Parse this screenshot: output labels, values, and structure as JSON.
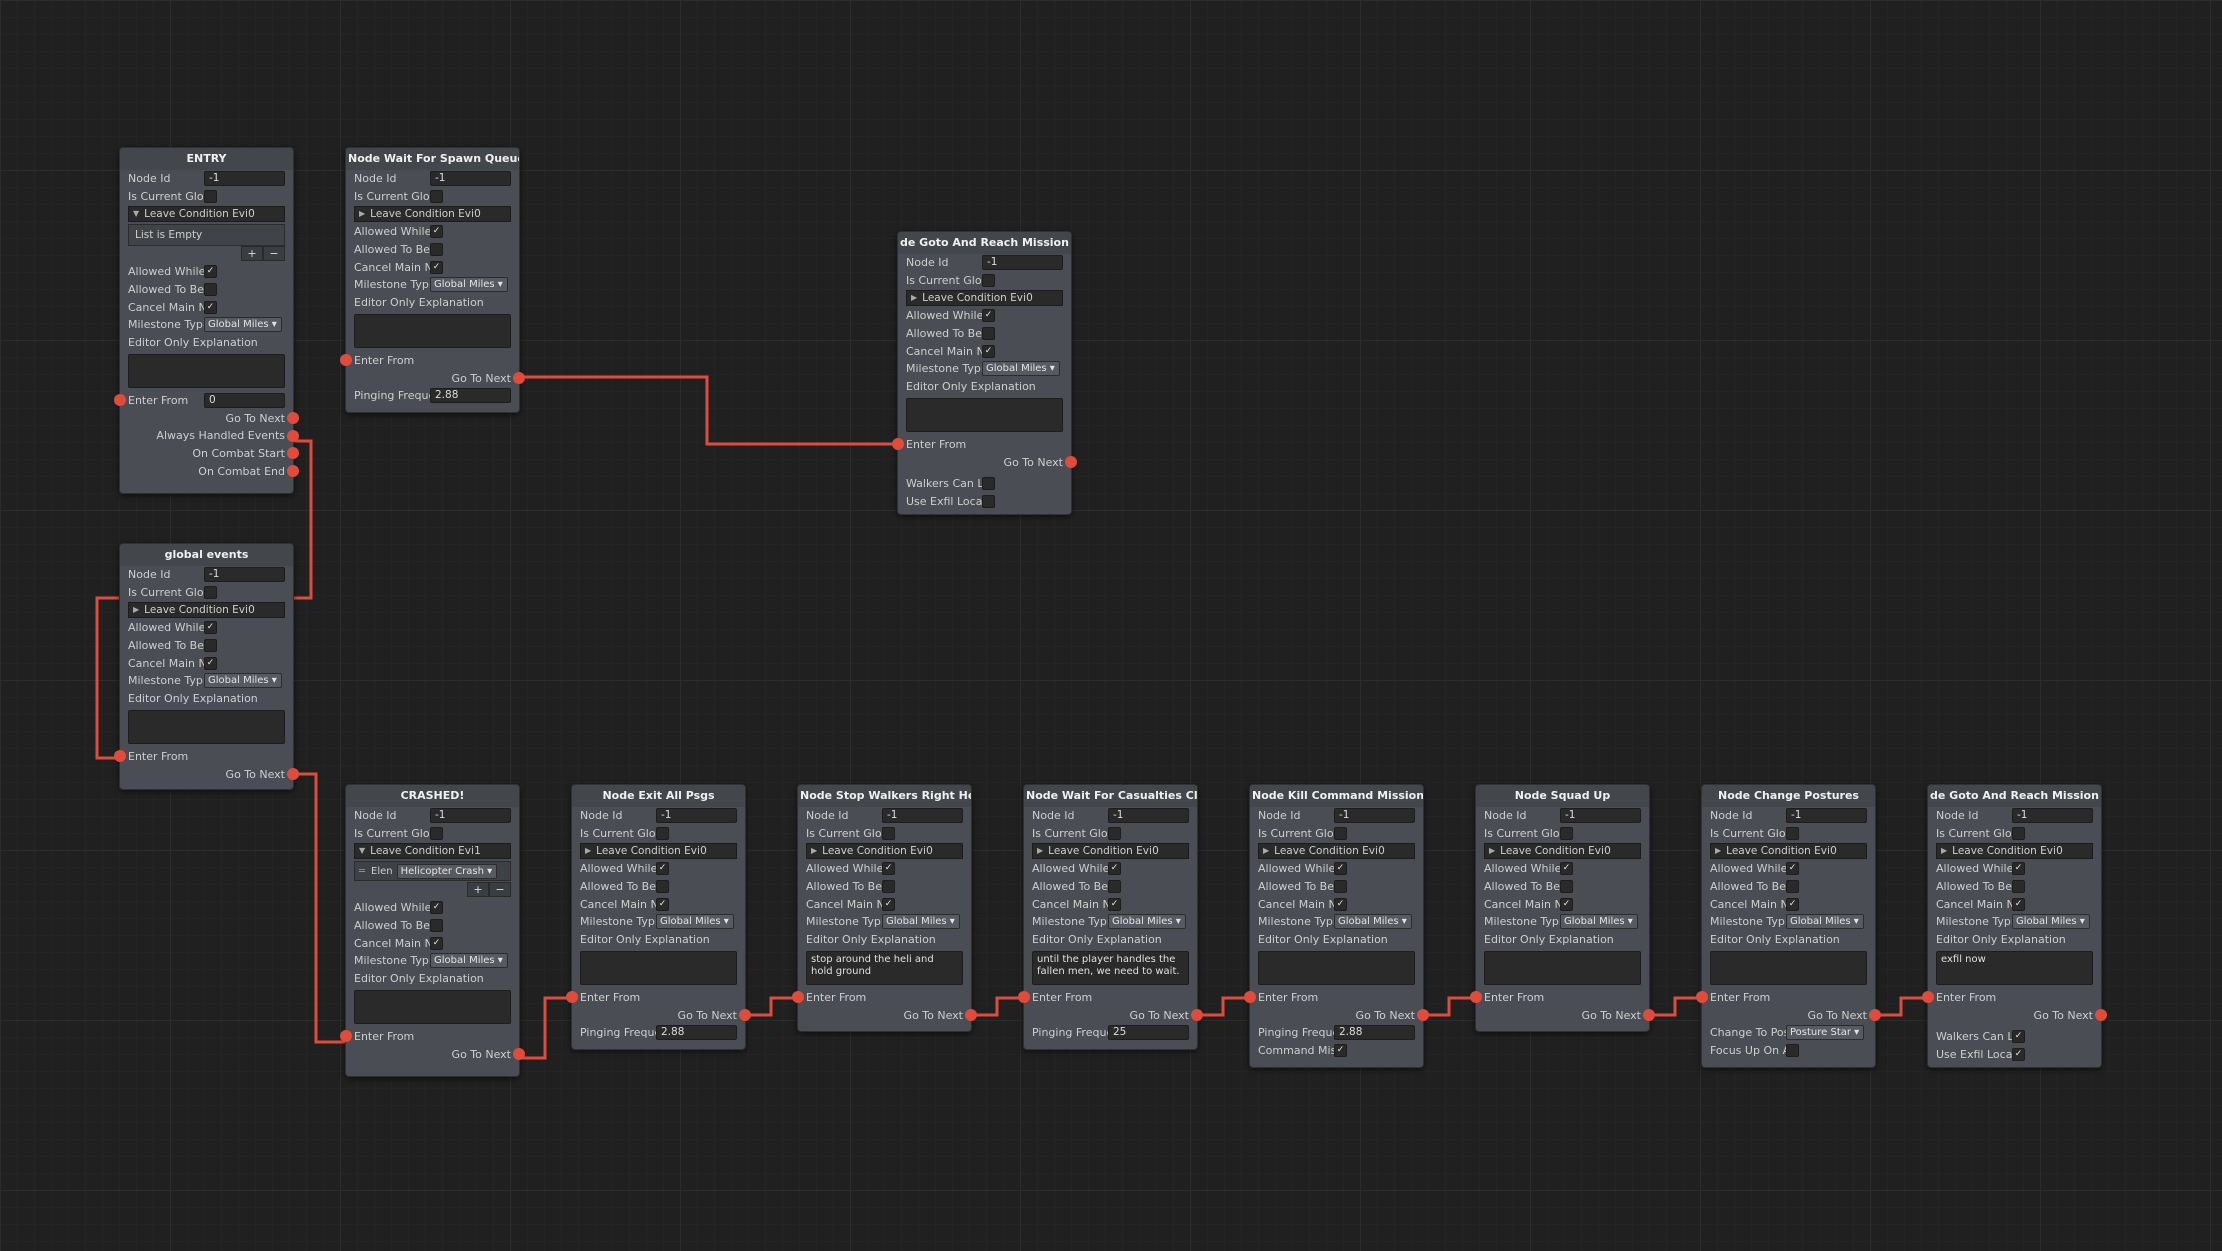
{
  "labels": {
    "node_id": "Node Id",
    "is_current": "Is Current Glot",
    "leave": "Leave Condition Evi",
    "allowed_while": "Allowed While",
    "allowed_to_be": "Allowed To Be",
    "cancel_main": "Cancel Main N",
    "milestone": "Milestone Typi",
    "explanation": "Editor Only Explanation",
    "enter_from": "Enter From",
    "go_to_next": "Go To Next",
    "pinging": "Pinging Freque",
    "list_empty": "List is Empty",
    "always_handled": "Always Handled Events",
    "on_combat_start": "On Combat Start",
    "on_combat_end": "On Combat End",
    "walkers": "Walkers Can L",
    "use_exfil": "Use Exfil Locat",
    "command_mis": "Command Mis",
    "change_to_pos": "Change To Pos",
    "focus_up": "Focus Up On A",
    "element": "Elen",
    "plus": "+",
    "minus": "−"
  },
  "defaults": {
    "node_id_value": "-1",
    "milestone_value": "Global Miles",
    "pinging_value": "2.88"
  },
  "colors": {
    "wire": "#e14b3c",
    "node_bg": "#4a4d53",
    "grid": "#2c2c2c"
  },
  "nodes": {
    "entry": {
      "title": "ENTRY",
      "leave_count": "0",
      "enter_value": "0",
      "allowed_while": true,
      "allowed_to_be": false,
      "cancel_main": true
    },
    "wait_spawn": {
      "title": "Node Wait For Spawn Queue",
      "leave_count": "0",
      "allowed_while": true,
      "allowed_to_be": false,
      "cancel_main": true,
      "pinging": "2.88"
    },
    "goto_top": {
      "title": "de Goto And Reach Mission Destinat",
      "leave_count": "0",
      "allowed_while": true,
      "allowed_to_be": false,
      "cancel_main": true,
      "walkers": false,
      "use_exfil": false
    },
    "global": {
      "title": "global events",
      "leave_count": "0",
      "allowed_while": true,
      "allowed_to_be": false,
      "cancel_main": true
    },
    "crashed": {
      "title": "CRASHED!",
      "leave_count": "1",
      "element_value": "Helicopter Crash",
      "allowed_while": true,
      "allowed_to_be": false,
      "cancel_main": true
    },
    "exit_psgs": {
      "title": "Node Exit All Psgs",
      "leave_count": "0",
      "allowed_while": true,
      "allowed_to_be": false,
      "cancel_main": true,
      "pinging": "2.88"
    },
    "stop_walkers": {
      "title": "Node Stop Walkers Right Here",
      "leave_count": "0",
      "allowed_while": true,
      "allowed_to_be": false,
      "cancel_main": true,
      "explanation": "stop around the heli and hold ground"
    },
    "casualties": {
      "title": "Node Wait For Casualties Cleanup",
      "leave_count": "0",
      "allowed_while": true,
      "allowed_to_be": false,
      "cancel_main": true,
      "explanation": "until the player handles the fallen men, we need to wait.",
      "pinging": "25"
    },
    "kill_cmd": {
      "title": "Node Kill Command Mission",
      "leave_count": "0",
      "allowed_while": true,
      "allowed_to_be": false,
      "cancel_main": true,
      "pinging": "2.88",
      "command_mis": true
    },
    "squad_up": {
      "title": "Node Squad Up",
      "leave_count": "0",
      "allowed_while": true,
      "allowed_to_be": false,
      "cancel_main": true
    },
    "postures": {
      "title": "Node Change Postures",
      "leave_count": "0",
      "allowed_while": true,
      "allowed_to_be": false,
      "cancel_main": true,
      "change_to_pos": "Posture Star",
      "focus_up": false
    },
    "goto_bottom": {
      "title": "de Goto And Reach Mission Destinat",
      "leave_count": "0",
      "allowed_while": true,
      "allowed_to_be": false,
      "cancel_main": true,
      "explanation": "exfil now",
      "walkers": true,
      "use_exfil": true
    }
  }
}
